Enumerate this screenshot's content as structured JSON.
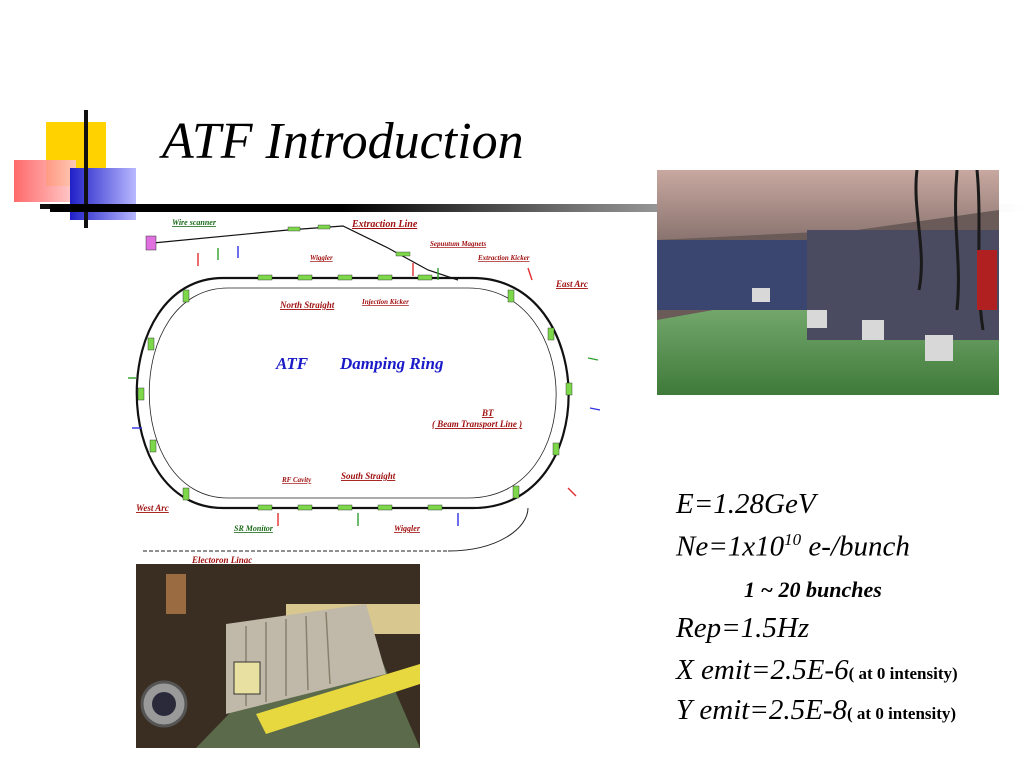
{
  "slide": {
    "title": "ATF Introduction"
  },
  "diagram": {
    "name_left": "ATF",
    "name_right": "Damping Ring",
    "labels": {
      "wire_scanner": "Wire scanner",
      "extraction_line": "Extraction Line",
      "septum_magnets": "Sepuutum Magnets",
      "wiggler_top": "Wiggler",
      "extraction_kicker": "Extraction Kicker",
      "east_arc": "East Arc",
      "north_straight": "North Straight",
      "injection_kicker": "Injection  Kicker",
      "bt": "BT",
      "bt_full": "( Beam  Transport Line )",
      "rf_cavity": "RF Cavity",
      "south_straight": "South Straight",
      "west_arc": "West Arc",
      "sr_monitor": "SR Monitor",
      "wiggler_bottom": "Wiggler",
      "electron_linac": "Electoron Linac"
    }
  },
  "params": {
    "energy": "E=1.28GeV",
    "ne_prefix": "Ne=1x10",
    "ne_exp": "10",
    "ne_suffix": " e-/bunch",
    "bunches": "1 ~ 20 bunches",
    "rep": "Rep=1.5Hz",
    "x_emit": "X emit=2.5E-6",
    "x_note": "( at 0 intensity)",
    "y_emit": "Y emit=2.5E-8",
    "y_note": "( at 0 intensity)"
  },
  "colors": {
    "label_red": "#a01010",
    "label_green": "#1a6a1a",
    "label_blue": "#1a1ac8",
    "ring": "#111111",
    "magnet": "#7cd84a"
  }
}
